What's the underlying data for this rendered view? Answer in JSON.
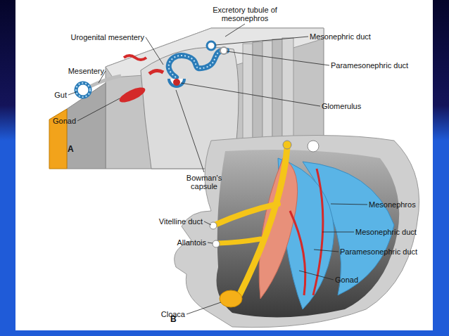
{
  "diagram": {
    "labels": [
      "Excretory tubule of mesonephros",
      "Urogenital mesentery",
      "Mesonephric duct",
      "Paramesonephric duct",
      "Mesentery",
      "Gut",
      "Glomerulus",
      "Gonad",
      "A",
      "Bowman's capsule",
      "Mesonephros",
      "Vitelline duct",
      "Mesonephric duct",
      "Allantois",
      "Paramesonephric duct",
      "Gonad",
      "Cloaca",
      "B"
    ]
  }
}
